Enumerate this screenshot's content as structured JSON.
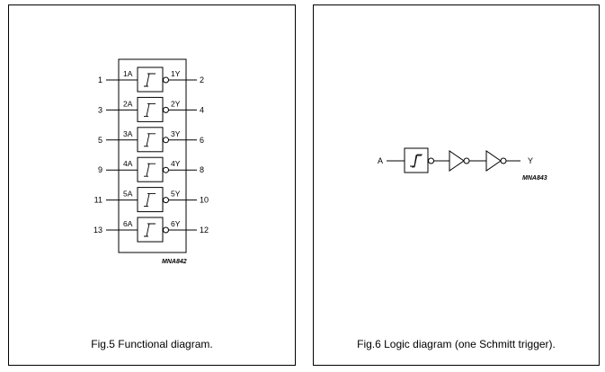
{
  "fig5": {
    "caption": "Fig.5  Functional diagram.",
    "code": "MNA842",
    "channels": [
      {
        "in_pin": "1",
        "in_label": "1A",
        "out_label": "1Y",
        "out_pin": "2"
      },
      {
        "in_pin": "3",
        "in_label": "2A",
        "out_label": "2Y",
        "out_pin": "4"
      },
      {
        "in_pin": "5",
        "in_label": "3A",
        "out_label": "3Y",
        "out_pin": "6"
      },
      {
        "in_pin": "9",
        "in_label": "4A",
        "out_label": "4Y",
        "out_pin": "8"
      },
      {
        "in_pin": "11",
        "in_label": "5A",
        "out_label": "5Y",
        "out_pin": "10"
      },
      {
        "in_pin": "13",
        "in_label": "6A",
        "out_label": "6Y",
        "out_pin": "12"
      }
    ]
  },
  "fig6": {
    "caption": "Fig.6  Logic diagram (one Schmitt trigger).",
    "code": "MNA843",
    "input_label": "A",
    "output_label": "Y"
  }
}
